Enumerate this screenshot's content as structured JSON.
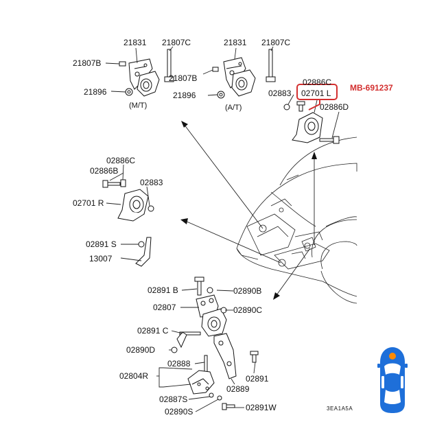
{
  "labels": {
    "p21831_mt": "21831",
    "p21807c_mt": "21807C",
    "p21807b_mt": "21807B",
    "p21896_mt": "21896",
    "mt": "(M/T)",
    "p21831_at": "21831",
    "p21807c_at": "21807C",
    "p21807b_at": "21807B",
    "p21896_at": "21896",
    "at": "(A/T)",
    "p02886c_r": "02886C",
    "p02883_r": "02883",
    "p02701l": "02701 L",
    "p02886d": "02886D",
    "p02886c_l": "02886C",
    "p02886b": "02886B",
    "p02883_l": "02883",
    "p02701r": "02701 R",
    "p02891s": "02891 S",
    "p13007": "13007",
    "p02891b": "02891 B",
    "p02890b": "02890B",
    "p02807": "02807",
    "p02890c": "02890C",
    "p02891c": "02891 C",
    "p02890d": "02890D",
    "p02888": "02888",
    "p02804r": "02804R",
    "p02891": "02891",
    "p02889": "02889",
    "p02887s": "02887S",
    "p02890s": "02890S",
    "p02891w": "02891W",
    "diagram_code": "3EA1A5A"
  },
  "highlight": {
    "part_number": "MB-691237",
    "color": "#d32f2f"
  },
  "icon": {
    "name": "car-top-view-icon",
    "color": "#1e6fd9"
  }
}
